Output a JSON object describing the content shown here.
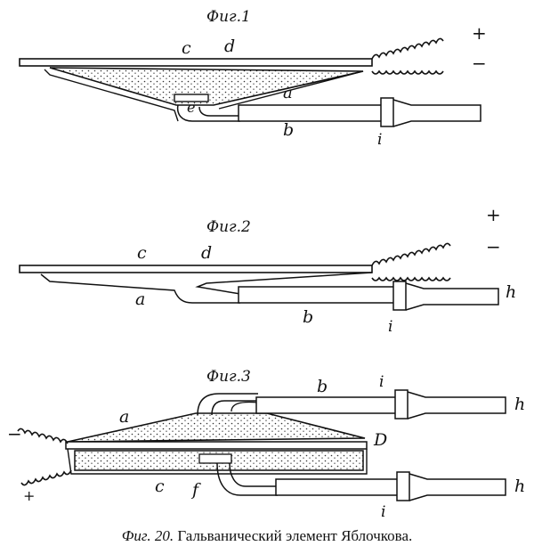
{
  "figures": [
    {
      "title": "Фиг.1",
      "labels": {
        "c": "c",
        "d": "d",
        "a": "a",
        "e": "e",
        "b": "b",
        "i": "i",
        "plus": "+",
        "minus": "−"
      }
    },
    {
      "title": "Фиг.2",
      "labels": {
        "c": "c",
        "d": "d",
        "a": "a",
        "b": "b",
        "i": "i",
        "h": "h",
        "plus": "+",
        "minus": "−"
      }
    },
    {
      "title": "Фиг.3",
      "labels": {
        "b": "b",
        "i1": "i",
        "h1": "h",
        "a": "a",
        "D": "D",
        "c": "c",
        "f": "f",
        "h2": "h",
        "i2": "i",
        "minus": "−",
        "plus": "+"
      }
    }
  ],
  "caption": {
    "lead": "Фиг. 20.",
    "text": "Гальванический элемент Яблочкова."
  }
}
